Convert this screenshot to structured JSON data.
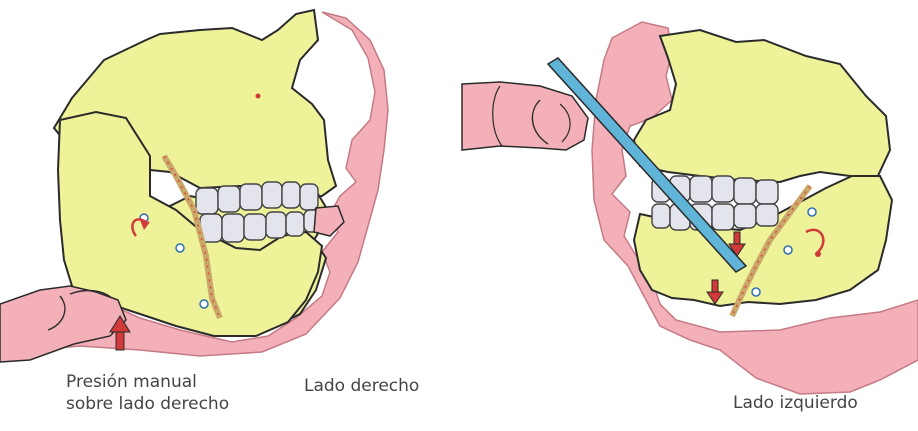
{
  "labels": {
    "manual_line1": "Presión manual",
    "manual_line2": "sobre lado derecho",
    "right_side": "Lado derecho",
    "left_side": "Lado izquierdo"
  },
  "colors": {
    "bone": "#eef39a",
    "soft_tissue": "#f4b0b8",
    "outline": "#2b2b2b",
    "teeth": "#e4e4ec",
    "instrument": "#5fb4d8",
    "arrow": "#d23a3a",
    "marker": "#2f6fb0"
  },
  "icons": [
    "up-arrow-icon",
    "down-arrow-icon",
    "curved-arrow-icon",
    "screw-marker-icon"
  ]
}
